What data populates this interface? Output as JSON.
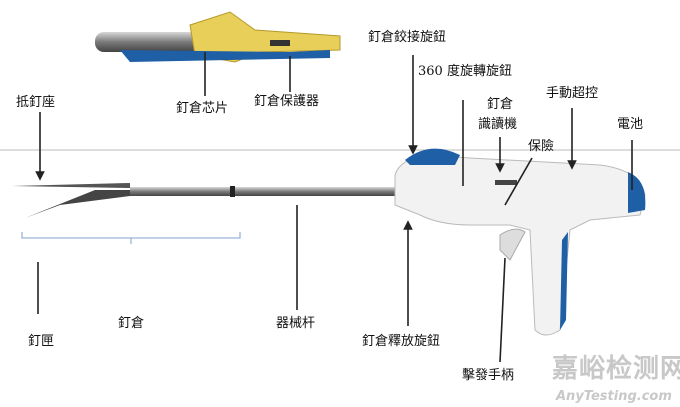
{
  "labels": {
    "anvil": "抵釘座",
    "cartridge_chip": "釘倉芯片",
    "cartridge_protector": "釘倉保護器",
    "articulation_knob": "釘倉鉸接旋鈕",
    "rotation_knob": "360 度旋轉旋鈕",
    "cartridge_reader_1": "釘倉",
    "cartridge_reader_2": "識讀機",
    "safety": "保險",
    "manual_override": "手動超控",
    "battery": "電池",
    "staple_magazine": "釘匣",
    "cartridge": "釘倉",
    "shaft": "器械杆",
    "cartridge_release": "釘倉釋放旋鈕",
    "firing_handle": "擊發手柄"
  },
  "watermark": {
    "cn": "嘉峪检测网",
    "en": "AnyTesting.com"
  },
  "colors": {
    "blue": "#1f5fa6",
    "yellow": "#e8cf5a",
    "shaft": "#8a8a8a"
  }
}
